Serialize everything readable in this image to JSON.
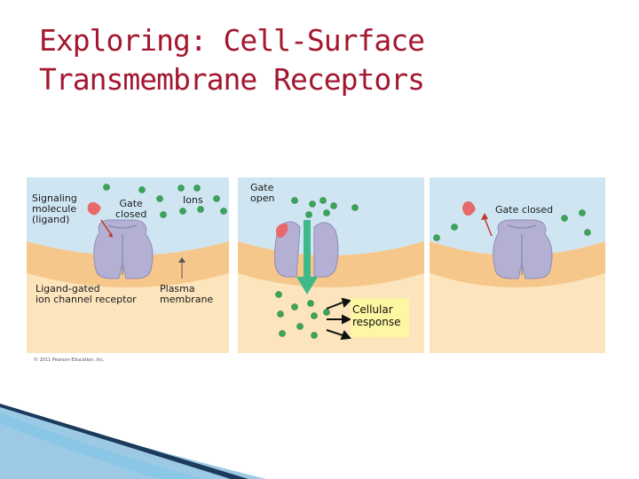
{
  "slide": {
    "title_line1": "Exploring: Cell-Surface",
    "title_line2": "Transmembrane Receptors",
    "accent_color": "#a3172f"
  },
  "figure": {
    "panel1": {
      "signaling_molecule": "Signaling\nmolecule\n(ligand)",
      "gate_closed": "Gate\nclosed",
      "ions": "Ions",
      "ligand_gated": "Ligand-gated\nion channel receptor",
      "plasma_membrane": "Plasma\nmembrane",
      "copyright": "© 2011 Pearson Education, Inc."
    },
    "panel2": {
      "gate_open": "Gate\nopen",
      "cellular_response": "Cellular\nresponse"
    },
    "panel3": {
      "gate_closed": "Gate closed"
    },
    "colors": {
      "extracellular": "#cfe6f2",
      "membrane": "#f6c78a",
      "cytoplasm": "#fce4bd",
      "receptor": "#b3b0d3",
      "ion": "#3aa65a",
      "ligand": "#e8696a",
      "channel_arrow": "#3fb88a",
      "response_box": "#fdf6a3"
    }
  }
}
